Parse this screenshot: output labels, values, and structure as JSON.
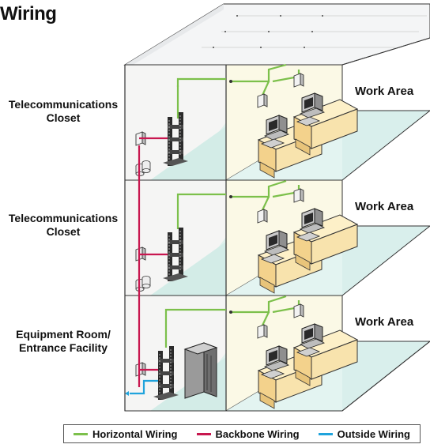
{
  "title": "Wiring",
  "closet_labels": [
    {
      "line1": "Telecommunications",
      "line2": "Closet"
    },
    {
      "line1": "Telecommunications",
      "line2": "Closet"
    },
    {
      "line1": "Equipment Room/",
      "line2": "Entrance Facility"
    }
  ],
  "work_area_labels": [
    "Work Area",
    "Work Area",
    "Work Area"
  ],
  "legend": [
    {
      "label": "Horizontal Wiring",
      "color": "#7cc04b"
    },
    {
      "label": "Backbone Wiring",
      "color": "#c8174f"
    },
    {
      "label": "Outside Wiring",
      "color": "#1fa3dc"
    }
  ],
  "colors": {
    "horizontal": "#7cc04b",
    "backbone": "#c8174f",
    "outside": "#1fa3dc",
    "floor": "#d9efec",
    "work_wall": "#fbf9e6",
    "desk": "#f7e1a8",
    "outline": "#333333"
  }
}
